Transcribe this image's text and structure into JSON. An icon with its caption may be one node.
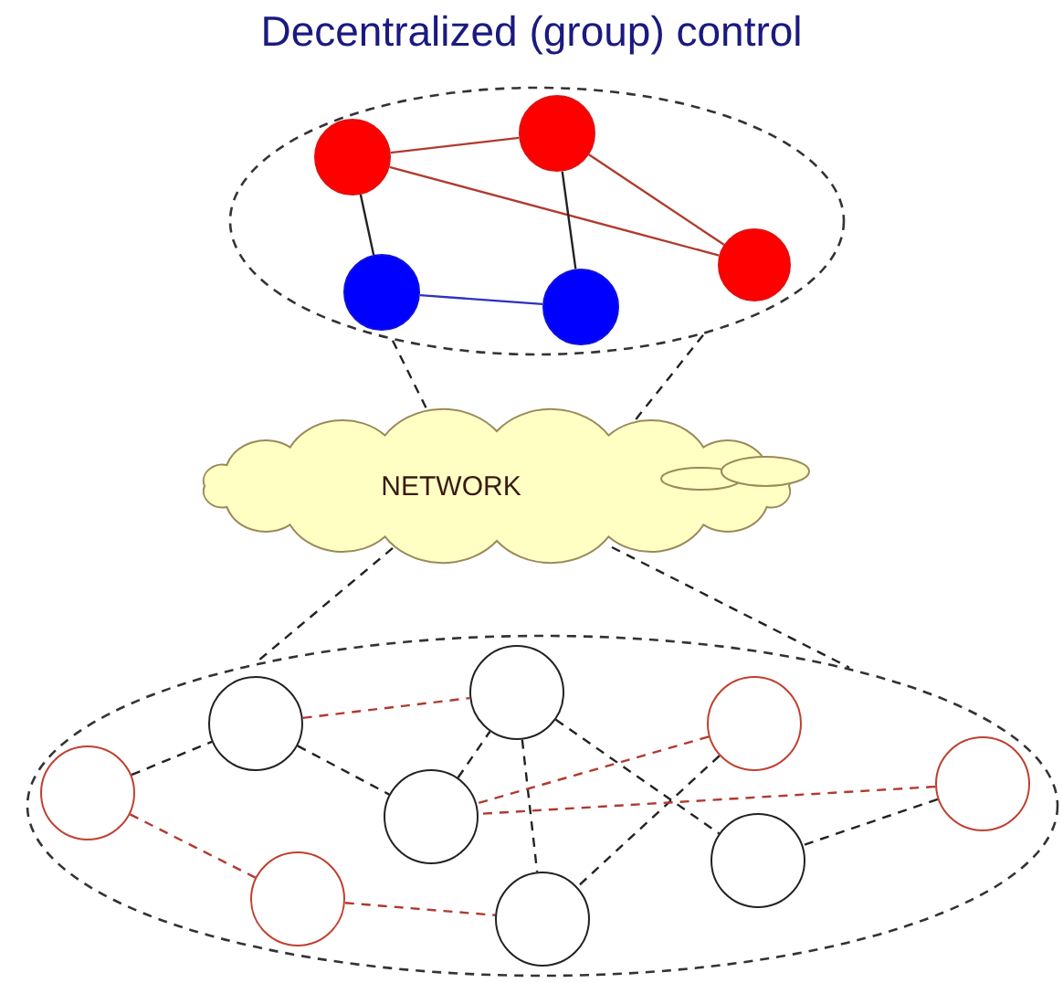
{
  "diagram": {
    "title": "Decentralized (group) control",
    "nodes": [
      {
        "text": [],
        "shape": "ellipse"
      },
      {
        "text": [],
        "shape": "circle",
        "in": 0
      },
      {
        "text": [],
        "shape": "circle",
        "in": 0
      },
      {
        "text": [],
        "shape": "circle",
        "in": 0
      },
      {
        "text": [],
        "shape": "circle",
        "in": 0
      },
      {
        "text": [],
        "shape": "circle",
        "in": 0
      },
      {
        "text": [
          "NETWORK"
        ]
      },
      {
        "text": [],
        "shape": "ellipse"
      },
      {
        "text": [],
        "shape": "circle",
        "in": 7
      },
      {
        "text": [],
        "shape": "circle",
        "in": 7
      },
      {
        "text": [],
        "shape": "circle",
        "in": 7
      },
      {
        "text": [],
        "shape": "circle",
        "in": 7
      },
      {
        "text": [],
        "shape": "circle",
        "in": 7
      },
      {
        "text": [],
        "shape": "circle",
        "in": 7
      },
      {
        "text": [],
        "shape": "circle",
        "in": 7
      },
      {
        "text": [],
        "shape": "circle",
        "in": 7
      },
      {
        "text": [],
        "shape": "circle",
        "in": 7
      }
    ],
    "edges": [
      {
        "from": 1,
        "to": 2,
        "arrow": "none",
        "color": "#b03a2e"
      },
      {
        "from": 1,
        "to": 3,
        "arrow": "none",
        "color": "#b03a2e"
      },
      {
        "from": 2,
        "to": 3,
        "arrow": "none",
        "color": "#b03a2e"
      },
      {
        "from": 1,
        "to": 4,
        "arrow": "none"
      },
      {
        "from": 2,
        "to": 5,
        "arrow": "none"
      },
      {
        "from": 4,
        "to": 5,
        "arrow": "none",
        "color": "#3030c0"
      },
      {
        "from": 0,
        "to": 6,
        "arrow": "none",
        "style": "dashed"
      },
      {
        "from": 0,
        "to": 6,
        "arrow": "none",
        "style": "dashed"
      },
      {
        "from": 6,
        "to": 7,
        "arrow": "none",
        "style": "dashed"
      },
      {
        "from": 6,
        "to": 7,
        "arrow": "none",
        "style": "dashed"
      },
      {
        "from": 8,
        "to": 9,
        "arrow": "none",
        "style": "dashed"
      },
      {
        "from": 9,
        "to": 12,
        "arrow": "none",
        "style": "dashed",
        "color": "#b03a2e"
      },
      {
        "from": 9,
        "to": 11,
        "arrow": "none",
        "style": "dashed"
      },
      {
        "from": 11,
        "to": 12,
        "arrow": "none",
        "style": "dashed"
      },
      {
        "from": 12,
        "to": 13,
        "arrow": "none",
        "style": "dashed"
      },
      {
        "from": 12,
        "to": 15,
        "arrow": "none",
        "style": "dashed"
      },
      {
        "from": 14,
        "to": 11,
        "arrow": "none",
        "style": "dashed",
        "color": "#b03a2e"
      },
      {
        "from": 14,
        "to": 13,
        "arrow": "none",
        "style": "dashed"
      },
      {
        "from": 16,
        "to": 11,
        "arrow": "none",
        "style": "dashed",
        "color": "#b03a2e"
      },
      {
        "from": 16,
        "to": 15,
        "arrow": "none",
        "style": "dashed"
      },
      {
        "from": 8,
        "to": 10,
        "arrow": "none",
        "style": "dashed",
        "color": "#b03a2e"
      },
      {
        "from": 10,
        "to": 13,
        "arrow": "none",
        "style": "dashed",
        "color": "#b03a2e"
      }
    ]
  }
}
